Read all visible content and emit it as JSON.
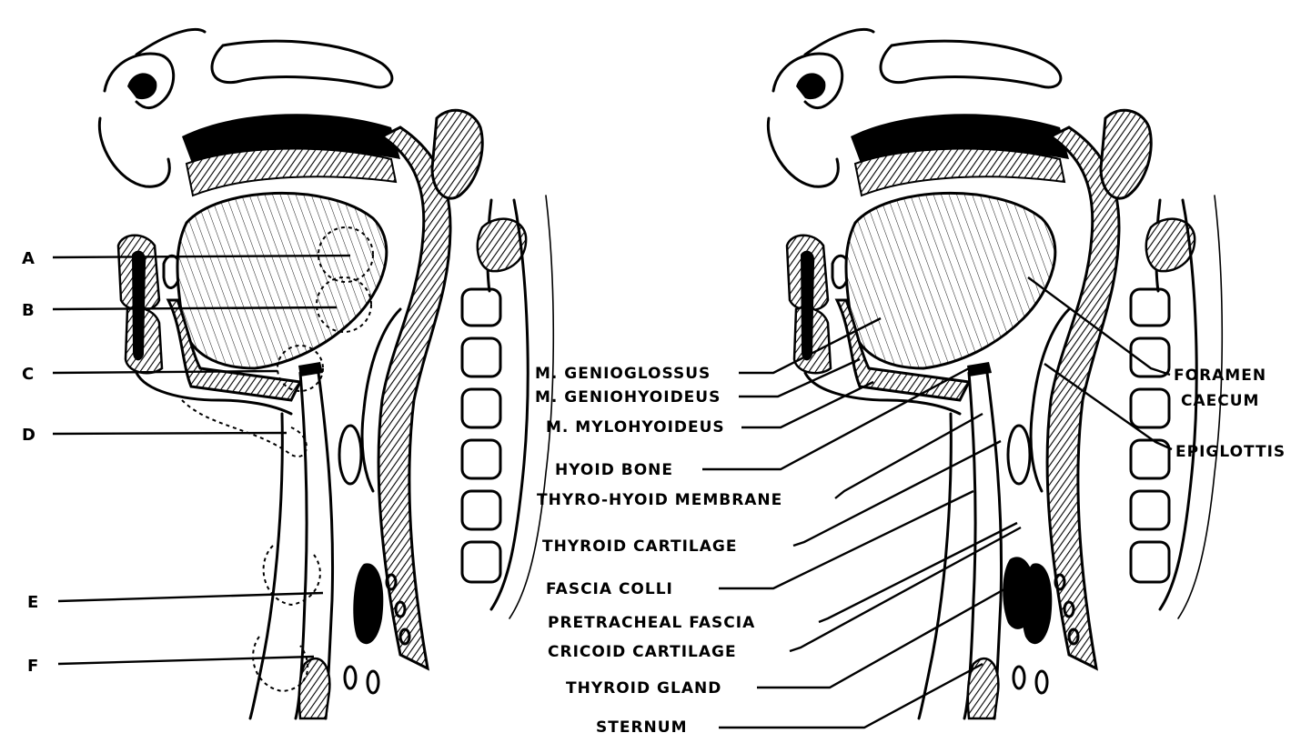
{
  "left_figure": {
    "letter_labels": [
      "A",
      "B",
      "C",
      "D",
      "E",
      "F"
    ]
  },
  "right_figure": {
    "labels_left": [
      "M. GENIOGLOSSUS",
      "M. GENIOHYOIDEUS",
      "M. MYLOHYOIDEUS",
      "HYOID BONE",
      "THYRO-HYOID MEMBRANE",
      "THYROID CARTILAGE",
      "FASCIA COLLI",
      "PRETRACHEAL FASCIA",
      "CRICOID CARTILAGE",
      "THYROID GLAND",
      "STERNUM"
    ],
    "labels_right": {
      "foramen_line1": "FORAMEN",
      "foramen_line2": "CAECUM",
      "epiglottis": "EPIGLOTTIS"
    }
  }
}
